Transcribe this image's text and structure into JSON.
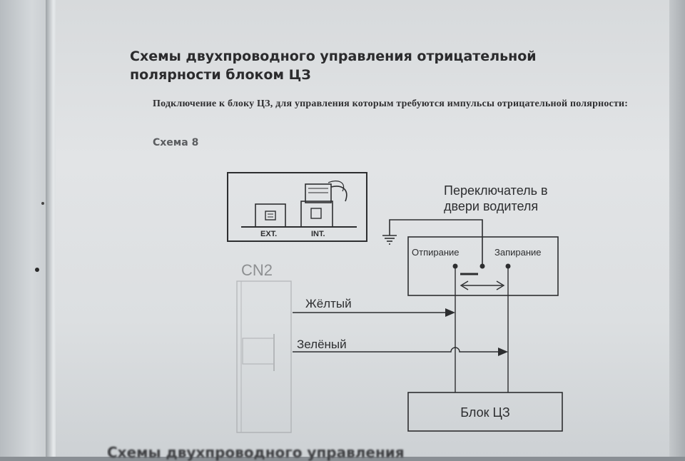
{
  "document": {
    "title": "Схемы двухпроводного управления отрицательной полярности блоком ЦЗ",
    "intro": "Подключение к блоку ЦЗ, для управления которым требуются импульсы отрицательной полярности:",
    "scheme_label": "Схема 8",
    "next_section_fragment": "Схемы двухпроводного управления"
  },
  "diagram": {
    "jumper_ext_label": "EXT.",
    "jumper_int_label": "INT.",
    "switch_title": "Переключатель в двери водителя",
    "unlock_label": "Отпирание",
    "lock_label": "Запирание",
    "connector_label": "CN2",
    "wire_yellow_label": "Жёлтый",
    "wire_green_label": "Зелёный",
    "block_label": "Блок ЦЗ"
  }
}
